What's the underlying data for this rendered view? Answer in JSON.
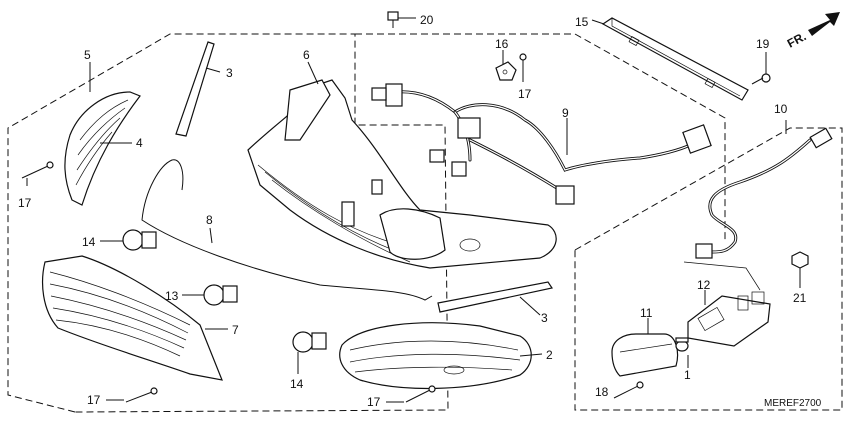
{
  "diagram": {
    "direction_mark": "FR.",
    "drawing_code": "MEREF2700",
    "callouts": [
      {
        "id": "c20",
        "text": "20"
      },
      {
        "id": "c15",
        "text": "15"
      },
      {
        "id": "c19",
        "text": "19"
      },
      {
        "id": "c5",
        "text": "5"
      },
      {
        "id": "c3a",
        "text": "3"
      },
      {
        "id": "c6",
        "text": "6"
      },
      {
        "id": "c16",
        "text": "16"
      },
      {
        "id": "c17a",
        "text": "17"
      },
      {
        "id": "c9",
        "text": "9"
      },
      {
        "id": "c10",
        "text": "10"
      },
      {
        "id": "c4",
        "text": "4"
      },
      {
        "id": "c17b",
        "text": "17"
      },
      {
        "id": "c8",
        "text": "8"
      },
      {
        "id": "c14a",
        "text": "14"
      },
      {
        "id": "c13",
        "text": "13"
      },
      {
        "id": "c7",
        "text": "7"
      },
      {
        "id": "c3b",
        "text": "3"
      },
      {
        "id": "c2",
        "text": "2"
      },
      {
        "id": "c14b",
        "text": "14"
      },
      {
        "id": "c17c",
        "text": "17"
      },
      {
        "id": "c17d",
        "text": "17"
      },
      {
        "id": "c12",
        "text": "12"
      },
      {
        "id": "c21",
        "text": "21"
      },
      {
        "id": "c11",
        "text": "11"
      },
      {
        "id": "c1",
        "text": "1"
      },
      {
        "id": "c18",
        "text": "18"
      }
    ]
  }
}
